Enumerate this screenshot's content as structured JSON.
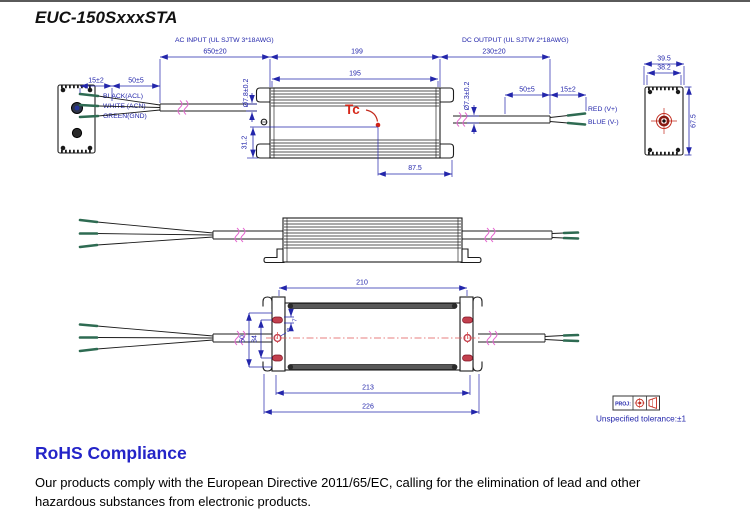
{
  "title": "EUC-150SxxxSTA",
  "drawing": {
    "ac_input_label": "AC INPUT (UL SJTW 3*18AWG)",
    "dc_output_label": "DC OUTPUT (UL SJTW 2*18AWG)",
    "tc_label": "Tc",
    "input_wires": {
      "black": "BLACK(ACL)",
      "white": "WHITE (ACN)",
      "green": "GREEN(GND)"
    },
    "output_wires": {
      "red": "RED (V+)",
      "blue": "BLUE (V-)"
    },
    "dims": {
      "cable_input_length": "650±20",
      "body_length": "199",
      "fin_length": "195",
      "cable_output_length": "230±20",
      "input_strip_length": "15±2",
      "input_lead_length": "50±5",
      "input_cable_diameter": "Ø7.8±0.2",
      "output_lead_length": "50±5",
      "output_strip_length": "15±2",
      "output_cable_diameter": "Ø7.3±0.2",
      "tc_vertical_offset": "31.2",
      "tc_horizontal_offset": "87.5",
      "end_width_outer": "39.5",
      "end_width_inner": "38.2",
      "end_height": "67.5",
      "mounting_body_length": "210",
      "mounting_hole_span": "213",
      "overall_bracket_length": "226",
      "bracket_height": "50",
      "slot_span": "34",
      "slot_width": "7",
      "hole_diameter": "6"
    },
    "notes": {
      "projection_label": "PROJ:",
      "tolerance_note": "Unspecified tolerance:±1"
    }
  },
  "rohs": {
    "heading": "RoHS Compliance",
    "line1": "Our products comply with the European Directive 2011/65/EC, calling for the elimination of lead and other",
    "line2": "hazardous substances from electronic products."
  }
}
